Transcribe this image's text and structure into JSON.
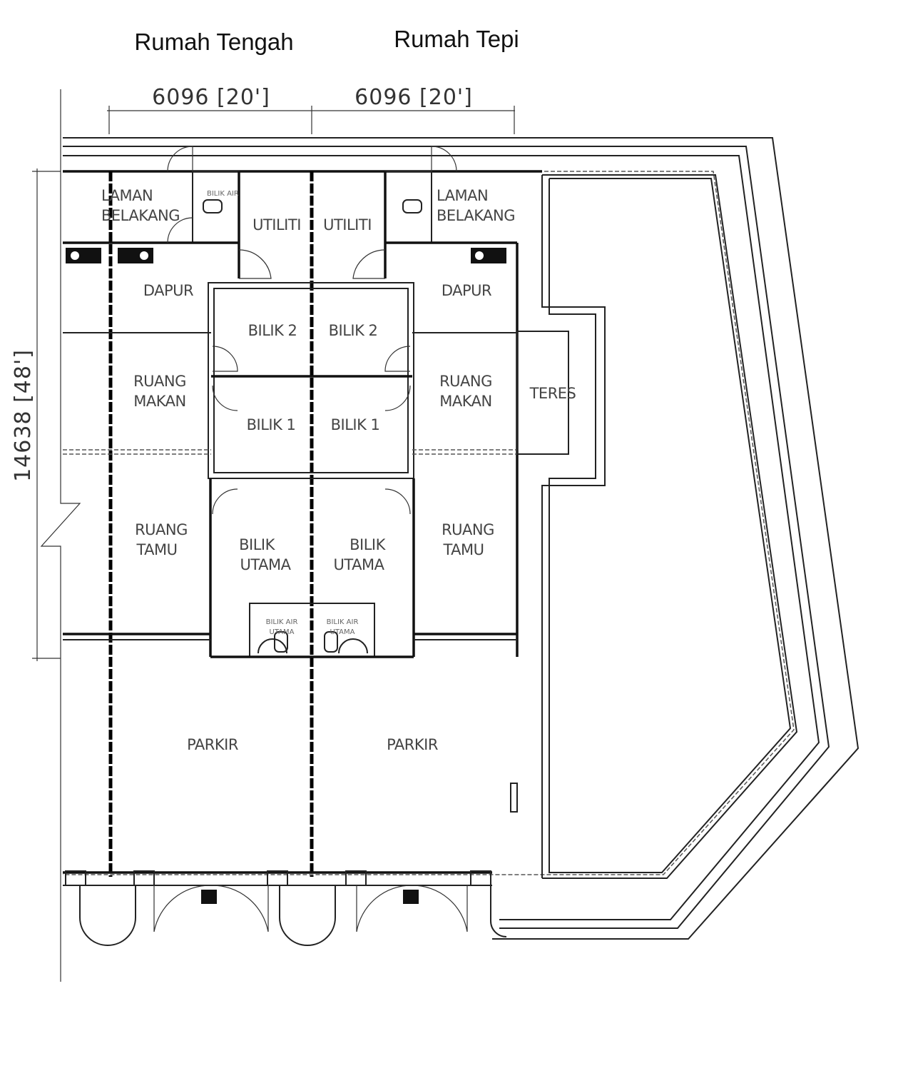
{
  "titles": {
    "middle_house": "Rumah Tengah",
    "end_house": "Rumah Tepi"
  },
  "dimensions": {
    "width_left": "6096 [20']",
    "width_right": "6096 [20']",
    "depth": "14638 [48']"
  },
  "rooms": {
    "laman": "LAMAN",
    "belakang": "BELAKANG",
    "bilik_air": "BILIK AIR",
    "utiliti": "UTILITI",
    "dapur": "DAPUR",
    "bilik_2": "BILIK 2",
    "ruang": "RUANG",
    "makan": "MAKAN",
    "tamu": "TAMU",
    "bilik_1": "BILIK 1",
    "bilik": "BILIK",
    "utama": "UTAMA",
    "bilik_air_utama_1": "BILIK AIR",
    "bilik_air_utama_2": "UTAMA",
    "teres": "TERES",
    "parkir": "PARKIR"
  }
}
